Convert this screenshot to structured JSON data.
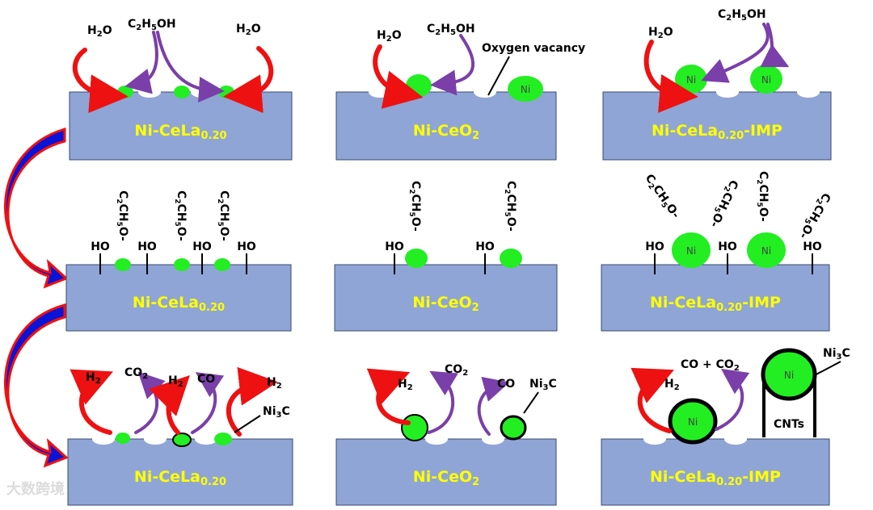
{
  "panels": {
    "ni_celA": "Ni-CeLa",
    "ni_celA_sub": "0.20",
    "ni_ceo": "Ni-CeO",
    "ni_ceo_sub": "2",
    "imp_suffix": "-IMP"
  },
  "labels": {
    "h2o_main": "H",
    "h2o_sub": "2",
    "h2o_end": "O",
    "etoh_c": "C",
    "etoh_2": "2",
    "etoh_h": "H",
    "etoh_5": "5",
    "etoh_oh": "OH",
    "oxygen_vacancy": "Oxygen vacancy",
    "ni": "Ni",
    "ho": "HO",
    "h2_main": "H",
    "h2_sub": "2",
    "co2_main": "CO",
    "co2_sub": "2",
    "co": "CO",
    "co_plus_co2": "CO + CO",
    "ni3c_a": "Ni",
    "ni3c_3": "3",
    "ni3c_c": "C",
    "cnts": "CNTs",
    "ethoxy_a": "C",
    "ethoxy_2": "2",
    "ethoxy_b": "CH",
    "ethoxy_5": "5",
    "ethoxy_c": "O-"
  },
  "watermark": "大数跨境",
  "colors": {
    "support": "#8fa5d6",
    "ni_green": "#22ee22",
    "arrow_red": "#ee1111",
    "arrow_purple": "#7a3fa8",
    "arrow_blue": "#0a14d6",
    "label_yellow": "#ffff00"
  }
}
